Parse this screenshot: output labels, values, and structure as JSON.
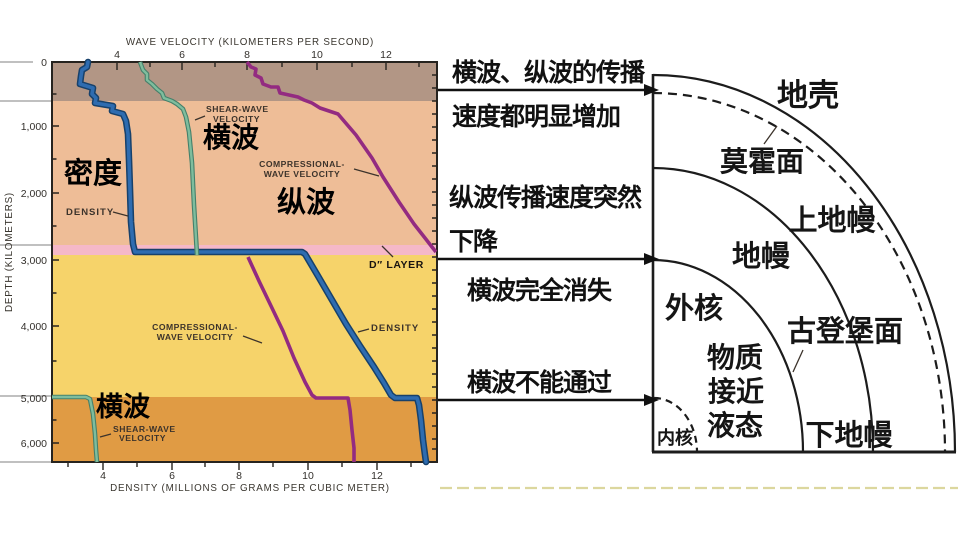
{
  "chart": {
    "axis_top": {
      "title": "WAVE VELOCITY (KILOMETERS PER SECOND)",
      "ticks": [
        "4",
        "6",
        "8",
        "10",
        "12"
      ]
    },
    "axis_bottom": {
      "title": "DENSITY (MILLIONS OF GRAMS PER CUBIC METER)",
      "ticks": [
        "4",
        "6",
        "8",
        "10",
        "12"
      ]
    },
    "axis_left": {
      "title": "DEPTH (KILOMETERS)",
      "ticks": [
        "0",
        "1,000",
        "2,000",
        "3,000",
        "4,000",
        "5,000",
        "6,000"
      ]
    },
    "labels": {
      "shear_top_line1": "SHEAR-WAVE",
      "shear_top_line2": "VELOCITY",
      "shear_cn_top": "横波",
      "comp_top_line1": "COMPRESSIONAL-",
      "comp_top_line2": "WAVE VELOCITY",
      "comp_cn": "纵波",
      "density_cn": "密度",
      "density_en_top": "DENSITY",
      "d_layer": "D″ LAYER",
      "comp_bottom_line1": "COMPRESSIONAL-",
      "comp_bottom_line2": "WAVE VELOCITY",
      "density_en_bottom": "DENSITY",
      "shear_cn_bottom": "横波",
      "shear_bottom_line1": "SHEAR-WAVE",
      "shear_bottom_line2": "VELOCITY"
    },
    "colors": {
      "band_crust": "#b29685",
      "band_mantle": "#eebd97",
      "band_d_layer": "#f5b8c8",
      "band_outer_core": "#f6d36a",
      "band_inner_core": "#e09b44",
      "line_shear": "#69aa89",
      "line_compressional": "#932b81",
      "line_density": "#2e6cb0"
    }
  },
  "annotations": {
    "increase_line1": "横波、纵波的传播",
    "increase_line2": "速度都明显增加",
    "drop_line1": "纵波传播速度突然",
    "drop_line2": "下降",
    "s_disappear": "横波完全消失",
    "s_blocked": "横波不能通过"
  },
  "earth": {
    "crust": "地壳",
    "moho": "莫霍面",
    "upper_mantle": "上地幔",
    "mantle": "地幔",
    "outer_core": "外核",
    "gutenberg": "古登堡面",
    "state_line1": "物质",
    "state_line2": "接近",
    "state_line3": "液态",
    "inner_core": "内核",
    "lower_mantle": "下地幔"
  },
  "chart_data": {
    "type": "line",
    "title": "Seismic wave velocity and density versus depth in the Earth",
    "x_top_axis": {
      "label": "WAVE VELOCITY (KILOMETERS PER SECOND)",
      "range": [
        3,
        13.6
      ],
      "ticks": [
        4,
        6,
        8,
        10,
        12
      ]
    },
    "x_bottom_axis": {
      "label": "DENSITY (MILLIONS OF GRAMS PER CUBIC METER)",
      "range": [
        2.5,
        13.6
      ],
      "ticks": [
        4,
        6,
        8,
        10,
        12
      ]
    },
    "y_axis": {
      "label": "DEPTH (KILOMETERS)",
      "range": [
        0,
        6370
      ],
      "ticks": [
        0,
        1000,
        2000,
        3000,
        4000,
        5000,
        6000
      ],
      "direction": "downward"
    },
    "legend_position": "inline-labels",
    "grid": false,
    "series": [
      {
        "name": "Shear-wave velocity (横波)",
        "color": "#69aa89",
        "units": "km/s",
        "segments": [
          [
            [
              0,
              4.5
            ],
            [
              100,
              4.6
            ],
            [
              400,
              5.0
            ],
            [
              670,
              5.7
            ],
            [
              1000,
              6.0
            ],
            [
              2000,
              6.6
            ],
            [
              2700,
              7.1
            ],
            [
              2890,
              7.2
            ]
          ],
          [
            [
              5150,
              3.5
            ],
            [
              5500,
              3.55
            ],
            [
              6370,
              3.7
            ]
          ]
        ]
      },
      {
        "name": "Compressional-wave velocity (纵波)",
        "color": "#932b81",
        "units": "km/s",
        "segments": [
          [
            [
              0,
              8.0
            ],
            [
              200,
              8.2
            ],
            [
              400,
              9.0
            ],
            [
              670,
              10.8
            ],
            [
              1200,
              11.8
            ],
            [
              2000,
              12.8
            ],
            [
              2700,
              13.5
            ],
            [
              2890,
              13.7
            ]
          ],
          [
            [
              2890,
              8.0
            ],
            [
              3500,
              8.8
            ],
            [
              4500,
              9.8
            ],
            [
              5150,
              10.3
            ]
          ],
          [
            [
              5150,
              11.0
            ],
            [
              5800,
              11.2
            ],
            [
              6370,
              11.3
            ]
          ]
        ]
      },
      {
        "name": "Density (密度)",
        "color": "#2e6cb0",
        "units": "millions of grams per cubic meter",
        "segments": [
          [
            [
              0,
              3.4
            ],
            [
              400,
              3.7
            ],
            [
              670,
              4.4
            ],
            [
              1000,
              4.6
            ],
            [
              2000,
              5.1
            ],
            [
              2700,
              5.5
            ],
            [
              2890,
              5.6
            ]
          ],
          [
            [
              2890,
              9.9
            ],
            [
              4000,
              11.3
            ],
            [
              5150,
              12.2
            ]
          ],
          [
            [
              5150,
              12.8
            ],
            [
              6370,
              13.1
            ]
          ]
        ]
      }
    ],
    "layers": [
      {
        "name": "crust and uppermost mantle",
        "depth_km": [
          0,
          600
        ],
        "color": "#b29685"
      },
      {
        "name": "mantle",
        "depth_km": [
          600,
          2700
        ],
        "color": "#eebd97"
      },
      {
        "name": "D\" layer",
        "depth_km": [
          2700,
          2900
        ],
        "color": "#f5b8c8"
      },
      {
        "name": "outer core",
        "depth_km": [
          2900,
          5100
        ],
        "color": "#f6d36a"
      },
      {
        "name": "inner core",
        "depth_km": [
          5100,
          6370
        ],
        "color": "#e09b44"
      }
    ]
  }
}
